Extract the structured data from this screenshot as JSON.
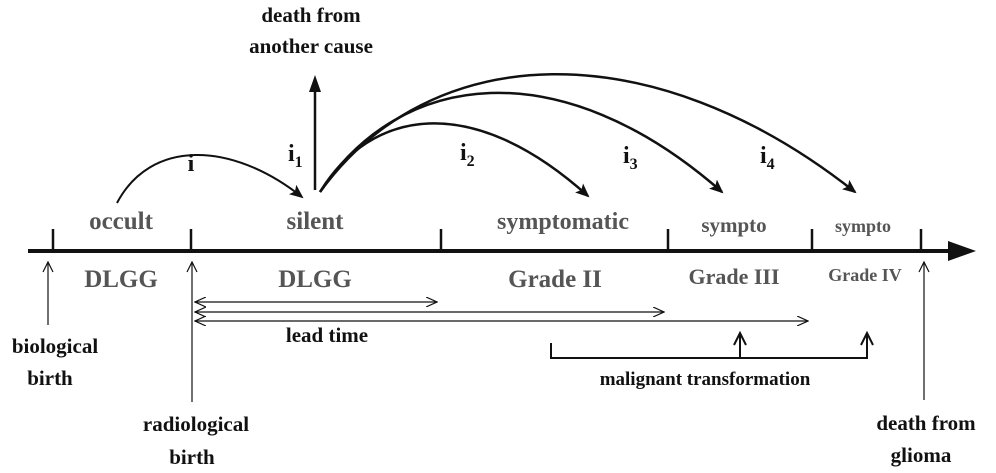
{
  "labels": {
    "death_other_1": "death from",
    "death_other_2": "another cause",
    "i": "i",
    "i1": "i",
    "i1_sub": "1",
    "i2": "i",
    "i2_sub": "2",
    "i3": "i",
    "i3_sub": "3",
    "i4": "i",
    "i4_sub": "4",
    "occult": "occult",
    "silent": "silent",
    "symptomatic": "symptomatic",
    "sympto_1": "sympto",
    "sympto_2": "sympto",
    "dlgg_1": "DLGG",
    "dlgg_2": "DLGG",
    "grade_2": "Grade II",
    "grade_3": "Grade III",
    "grade_4": "Grade IV",
    "lead_time": "lead time",
    "malignant": "malignant transformation",
    "bio_birth_1": "biological",
    "bio_birth_2": "birth",
    "radio_birth_1": "radiological",
    "radio_birth_2": "birth",
    "death_glioma_1": "death from",
    "death_glioma_2": "glioma"
  }
}
